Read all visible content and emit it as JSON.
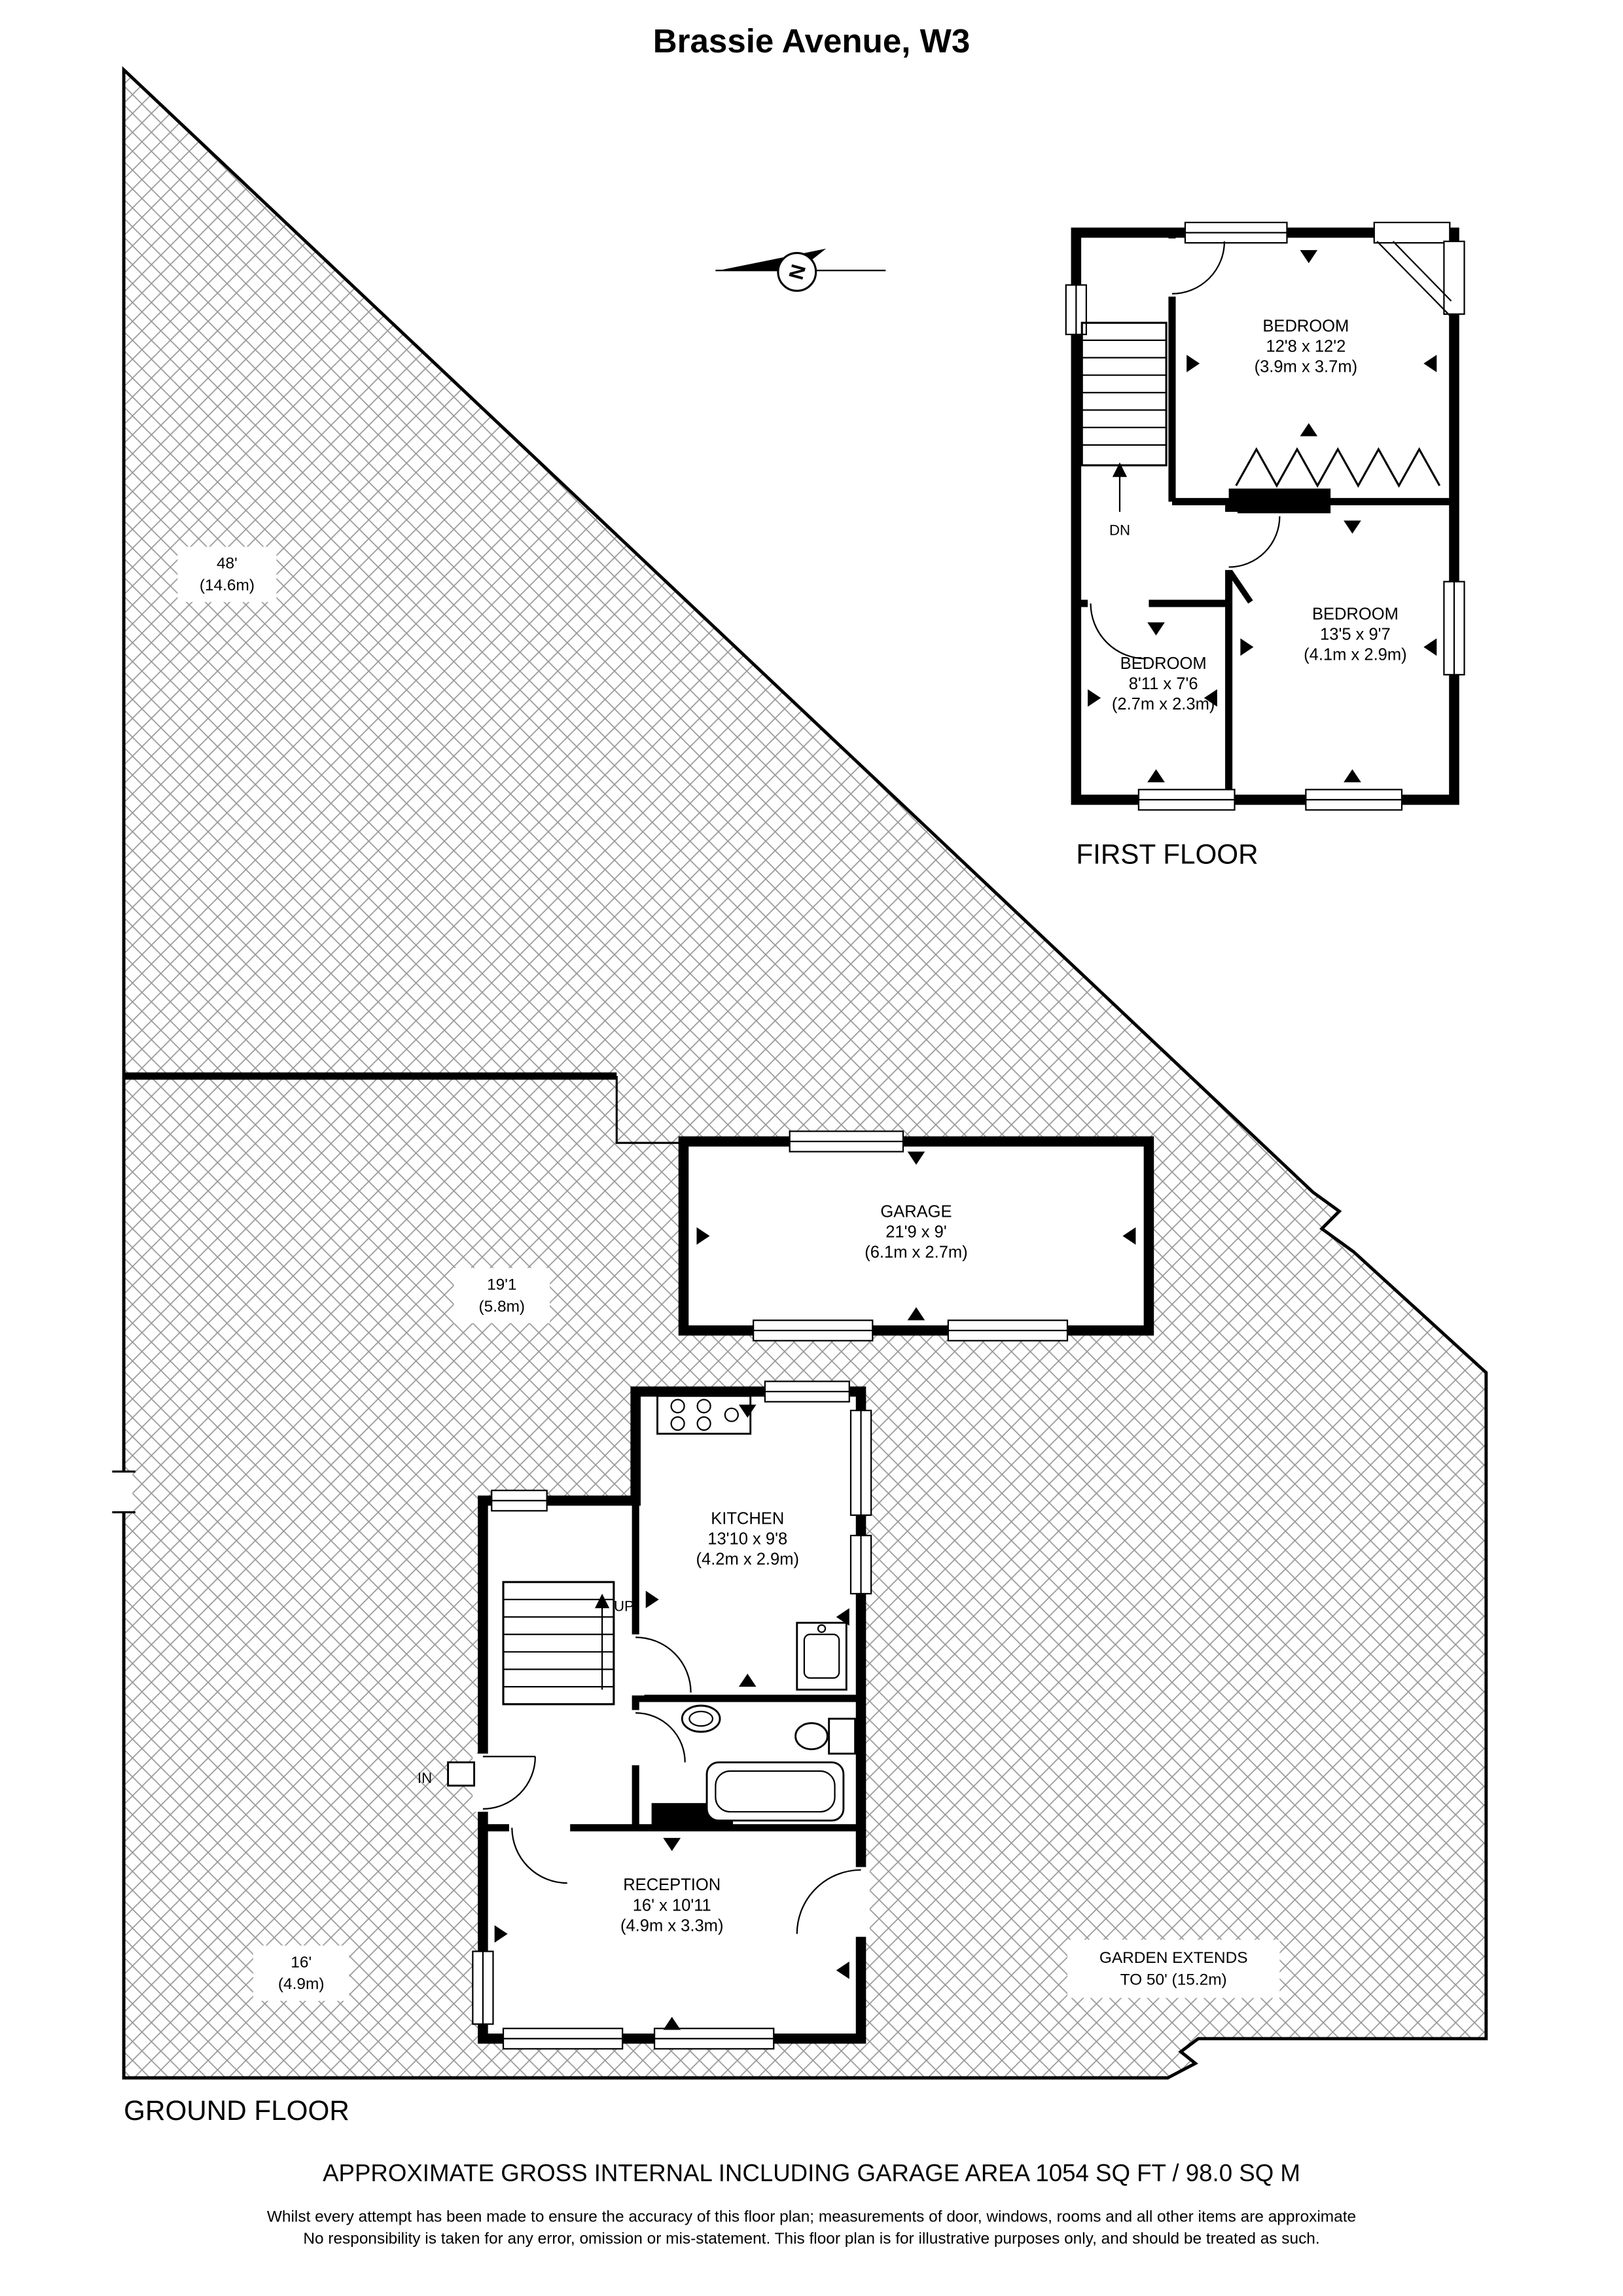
{
  "title": "Brassie Avenue, W3",
  "compass": {
    "label": "N"
  },
  "first_floor": {
    "label": "FIRST FLOOR",
    "stairs_label": "DN",
    "rooms": [
      {
        "name": "BEDROOM",
        "imperial": "12'8 x 12'2",
        "metric": "(3.9m x 3.7m)"
      },
      {
        "name": "BEDROOM",
        "imperial": "13'5 x 9'7",
        "metric": "(4.1m x 2.9m)"
      },
      {
        "name": "BEDROOM",
        "imperial": "8'11 x 7'6",
        "metric": "(2.7m x 2.3m)"
      }
    ]
  },
  "ground_floor": {
    "label": "GROUND FLOOR",
    "stairs_label": "UP",
    "entrance_label": "IN",
    "rooms": [
      {
        "name": "GARAGE",
        "imperial": "21'9 x 9'",
        "metric": "(6.1m x 2.7m)"
      },
      {
        "name": "KITCHEN",
        "imperial": "13'10 x 9'8",
        "metric": "(4.2m x 2.9m)"
      },
      {
        "name": "RECEPTION",
        "imperial": "16' x 10'11",
        "metric": "(4.9m x 3.3m)"
      }
    ],
    "garden": {
      "back_width": {
        "line1": "48'",
        "line2": "(14.6m)"
      },
      "side_width": {
        "line1": "19'1",
        "line2": "(5.8m)"
      },
      "front_width": {
        "line1": "16'",
        "line2": "(4.9m)"
      },
      "extends": {
        "line1": "GARDEN EXTENDS",
        "line2": "TO 50' (15.2m)"
      }
    }
  },
  "footer": {
    "area_line": "APPROXIMATE GROSS INTERNAL INCLUDING GARAGE AREA 1054 SQ FT / 98.0 SQ M",
    "disclaimer_line1": "Whilst every attempt has been made to ensure the accuracy of this floor plan; measurements of door, windows, rooms and all other items are approximate",
    "disclaimer_line2": "No responsibility is taken for any error, omission or mis-statement. This floor plan is for illustrative purposes only, and should be treated as such."
  },
  "colors": {
    "wall": "#000000",
    "hatch": "#9a9a9a",
    "background": "#ffffff"
  }
}
